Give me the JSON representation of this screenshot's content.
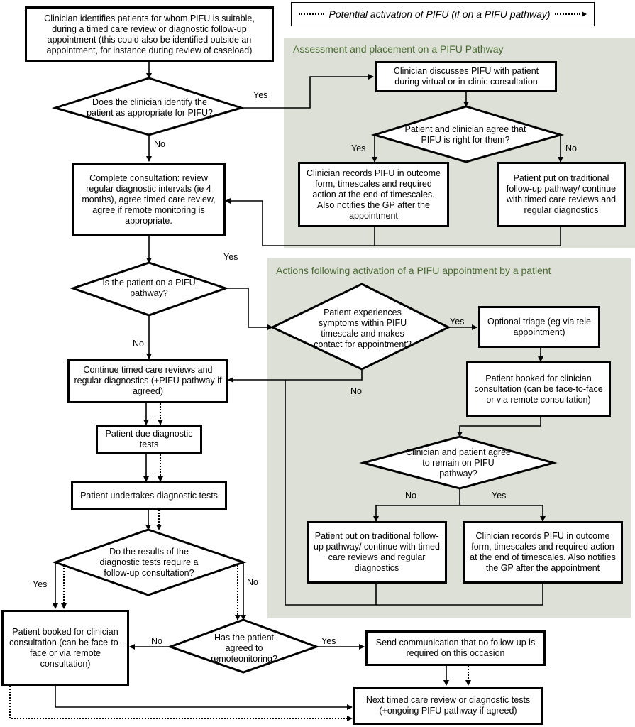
{
  "legend": {
    "text": "Potential activation of PIFU (if on a PIFU pathway)"
  },
  "panels": {
    "assessment": {
      "title": "Assessment and placement on a PIFU Pathway"
    },
    "actions": {
      "title": "Actions following activation of a PIFU appointment by a patient"
    }
  },
  "nodes": {
    "identify": "Clinician identifies patients for whom PIFU is suitable, during a timed care review or diagnostic follow-up appointment (this could also be identified outside an appointment, for instance during review of caseload)",
    "q_appropriate": "Does the clinician identify the patient as appropriate for PIFU?",
    "complete_consult": "Complete consultation: review regular diagnostic intervals (ie 4 months), agree timed care review, agree if remote monitoring is appropriate.",
    "discuss": "Clinician discusses PIFU with patient during virtual or in-clinic consultation",
    "q_agree": "Patient and clinician agree that PIFU is right for them?",
    "records_top": "Clinician records PIFU in outcome form, timescales and required action at the end of timescales. Also notifies the GP after the appointment",
    "traditional_top": "Patient put on traditional follow-up pathway/ continue with timed care reviews and regular diagnostics",
    "q_on_pathway": "Is the patient on a PIFU pathway?",
    "q_symptoms": "Patient experiences symptoms within PIFU timescale and makes contact for appointment?",
    "triage": "Optional triage (eg via tele appointment)",
    "booked_clinician": "Patient booked for clinician consultation (can be face-to-face or via remote consultation)",
    "q_remain": "Clinician and patient agree to remain on PIFU pathway?",
    "traditional_bottom": "Patient put on traditional follow-up pathway/ continue with timed care reviews and regular diagnostics",
    "records_bottom": "Clinician records PIFU in outcome form, timescales and required action at the end of timescales. Also notifies the GP after the appointment",
    "continue_reviews": "Continue timed care reviews and regular diagnostics (+PIFU pathway if agreed)",
    "due_tests": "Patient due diagnostic tests",
    "undertakes": "Patient undertakes diagnostic tests",
    "q_results": "Do the results of the diagnostic tests require a follow-up consultation?",
    "booked_left": "Patient booked for clinician consultation (can be face-to-face or via remote consultation)",
    "q_remote": "Has the patient agreed to remoteonitoring?",
    "send_comm": "Send communication that no follow-up is required on this occasion",
    "next_review": "Next timed care review or diagnostic tests (+ongoing PIFU pathway if agreed)"
  },
  "labels": {
    "yes_appropriate": "Yes",
    "no_appropriate": "No",
    "yes_agree": "Yes",
    "no_agree": "No",
    "yes_loop": "Yes",
    "no_on_pathway": "No",
    "yes_symptoms": "Yes",
    "no_symptoms": "No",
    "no_remain": "No",
    "yes_remain": "Yes",
    "yes_results": "Yes",
    "no_results": "No",
    "no_remote": "No",
    "yes_remote": "Yes"
  }
}
